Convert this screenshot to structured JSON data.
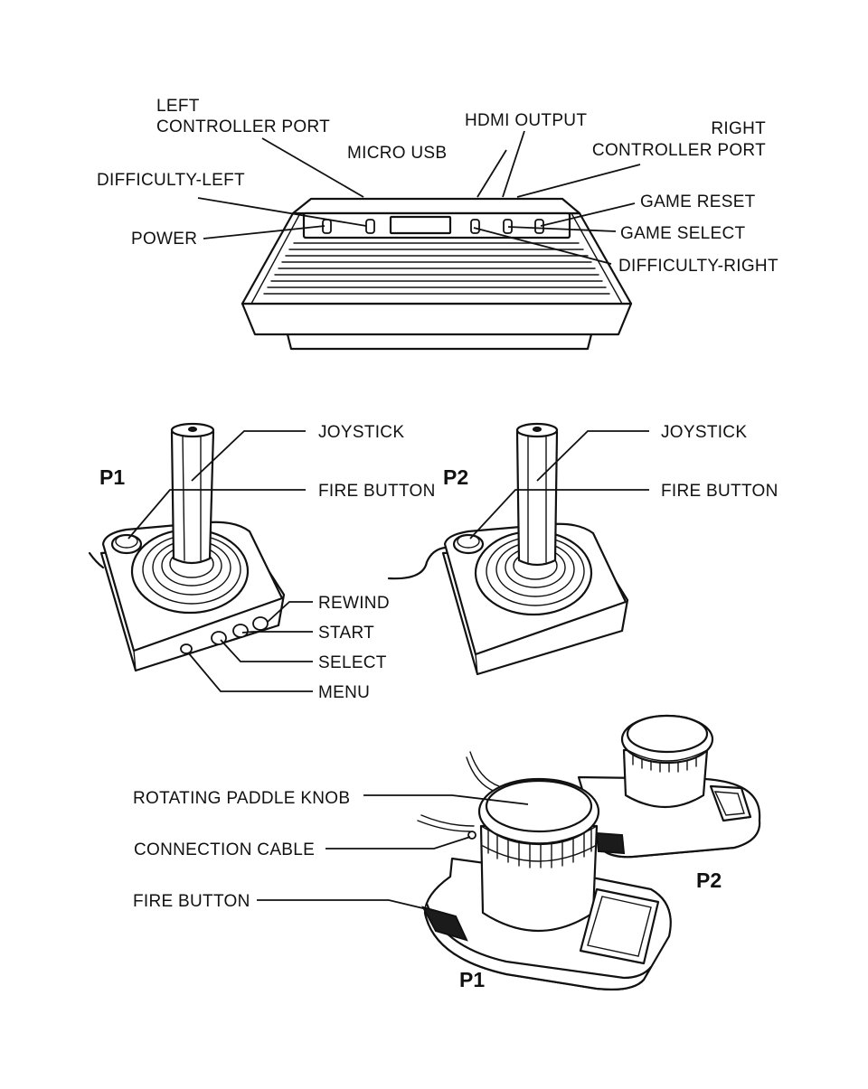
{
  "console": {
    "labels": {
      "left_port": [
        "LEFT",
        "CONTROLLER PORT"
      ],
      "hdmi": "HDMI OUTPUT",
      "right_port": [
        "RIGHT",
        "CONTROLLER PORT"
      ],
      "micro_usb": "MICRO USB",
      "difficulty_left": "DIFFICULTY-LEFT",
      "game_reset": "GAME RESET",
      "power": "POWER",
      "game_select": "GAME SELECT",
      "difficulty_right": "DIFFICULTY-RIGHT"
    }
  },
  "joysticks": {
    "p1": {
      "player": "P1",
      "joystick": "JOYSTICK",
      "fire_button": "FIRE BUTTON",
      "rewind": "REWIND",
      "start": "START",
      "select": "SELECT",
      "menu": "MENU"
    },
    "p2": {
      "player": "P2",
      "joystick": "JOYSTICK",
      "fire_button": "FIRE BUTTON"
    }
  },
  "paddles": {
    "knob": "ROTATING PADDLE KNOB",
    "cable": "CONNECTION CABLE",
    "fire_button": "FIRE BUTTON",
    "p1": "P1",
    "p2": "P2"
  }
}
